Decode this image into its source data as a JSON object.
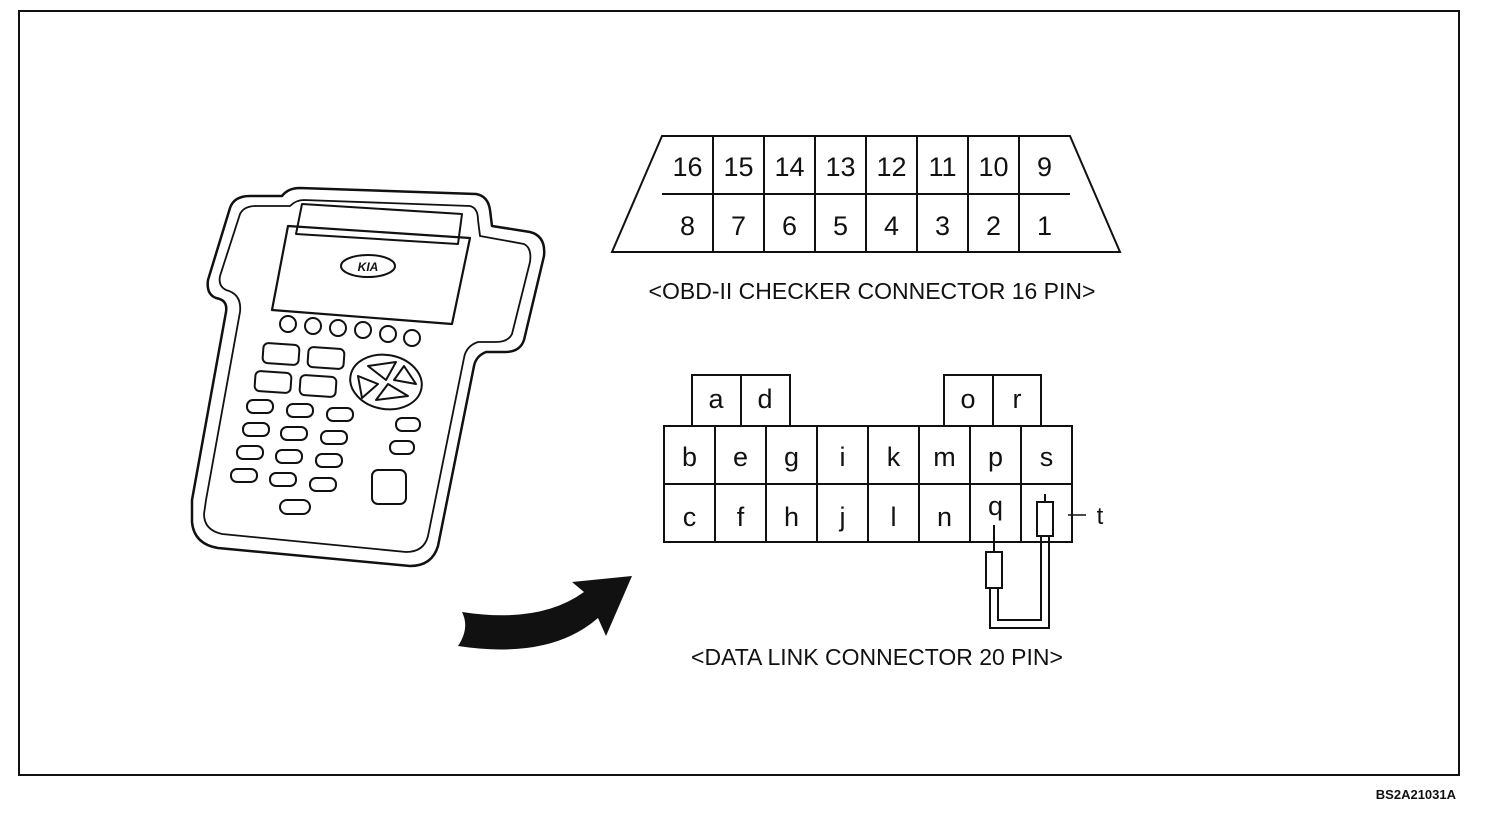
{
  "scan_tool": {
    "logo_text": "KIA"
  },
  "obd_connector": {
    "top_row": [
      "16",
      "15",
      "14",
      "13",
      "12",
      "11",
      "10",
      "9"
    ],
    "bottom_row": [
      "8",
      "7",
      "6",
      "5",
      "4",
      "3",
      "2",
      "1"
    ],
    "caption": "<OBD-II CHECKER CONNECTOR 16 PIN>"
  },
  "dlc_connector": {
    "top_tabs_left": [
      "a",
      "d"
    ],
    "top_tabs_right": [
      "o",
      "r"
    ],
    "middle_row": [
      "b",
      "e",
      "g",
      "i",
      "k",
      "m",
      "p",
      "s"
    ],
    "bottom_row": [
      "c",
      "f",
      "h",
      "j",
      "l",
      "n",
      "q",
      ""
    ],
    "pointer_label": "t",
    "caption": "<DATA LINK CONNECTOR 20 PIN>"
  },
  "reference_code": "BS2A21031A"
}
